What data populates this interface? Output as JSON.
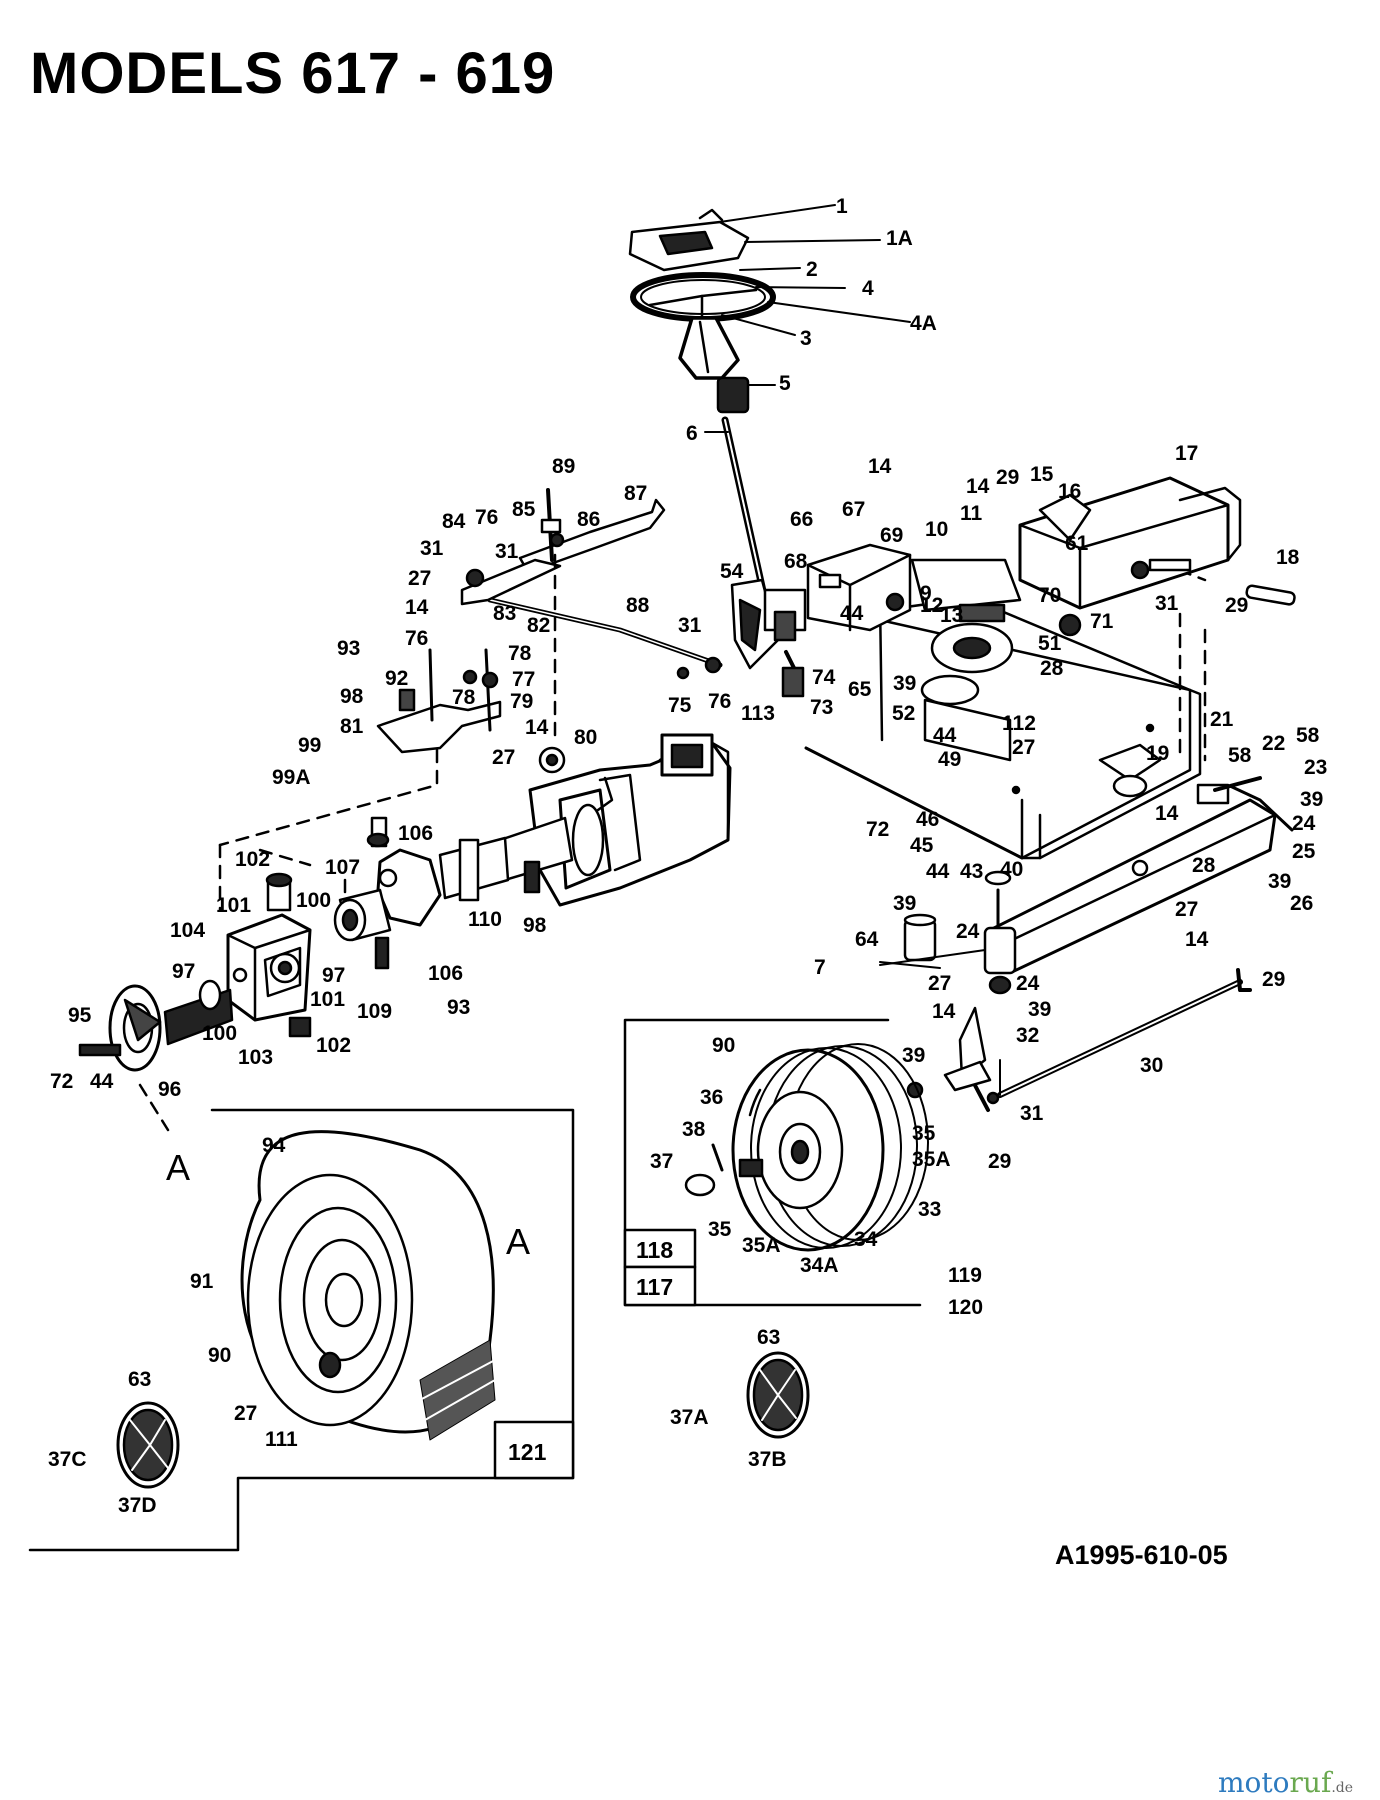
{
  "title": "MODELS 617 - 619",
  "drawing_code": "A1995-610-05",
  "watermark": {
    "part1": "moto",
    "part2": "ruf",
    "part3": ".de"
  },
  "callouts": {
    "c1": "1",
    "c1A": "1A",
    "c2": "2",
    "c3": "3",
    "c4": "4",
    "c4A": "4A",
    "c5": "5",
    "c6": "6",
    "c7": "7",
    "c9": "9",
    "c10": "10",
    "c11": "11",
    "c12": "12",
    "c13": "13",
    "c14": "14",
    "c15": "15",
    "c16": "16",
    "c17": "17",
    "c18": "18",
    "c19": "19",
    "c21": "21",
    "c22": "22",
    "c23": "23",
    "c24": "24",
    "c25": "25",
    "c26": "26",
    "c27": "27",
    "c28": "28",
    "c29": "29",
    "c30": "30",
    "c31": "31",
    "c32": "32",
    "c33": "33",
    "c34": "34",
    "c34A": "34A",
    "c35": "35",
    "c35A": "35A",
    "c36": "36",
    "c37": "37",
    "c37A": "37A",
    "c37B": "37B",
    "c37C": "37C",
    "c37D": "37D",
    "c38": "38",
    "c39": "39",
    "c40": "40",
    "c43": "43",
    "c44": "44",
    "c45": "45",
    "c46": "46",
    "c49": "49",
    "c51": "51",
    "c52": "52",
    "c54": "54",
    "c58": "58",
    "c61": "61",
    "c63": "63",
    "c64": "64",
    "c65": "65",
    "c66": "66",
    "c67": "67",
    "c68": "68",
    "c69": "69",
    "c70": "70",
    "c71": "71",
    "c72": "72",
    "c73": "73",
    "c74": "74",
    "c75": "75",
    "c76": "76",
    "c77": "77",
    "c78": "78",
    "c79": "79",
    "c80": "80",
    "c81": "81",
    "c82": "82",
    "c83": "83",
    "c84": "84",
    "c85": "85",
    "c86": "86",
    "c87": "87",
    "c88": "88",
    "c89": "89",
    "c90": "90",
    "c91": "91",
    "c92": "92",
    "c93": "93",
    "c94": "94",
    "c95": "95",
    "c96": "96",
    "c97": "97",
    "c98": "98",
    "c99": "99",
    "c99A": "99A",
    "c100": "100",
    "c101": "101",
    "c102": "102",
    "c103": "103",
    "c104": "104",
    "c106": "106",
    "c107": "107",
    "c109": "109",
    "c110": "110",
    "c111": "111",
    "c112": "112",
    "c113": "113",
    "c117": "117",
    "c118": "118",
    "c119": "119",
    "c120": "120",
    "c121": "121",
    "cA": "A"
  }
}
